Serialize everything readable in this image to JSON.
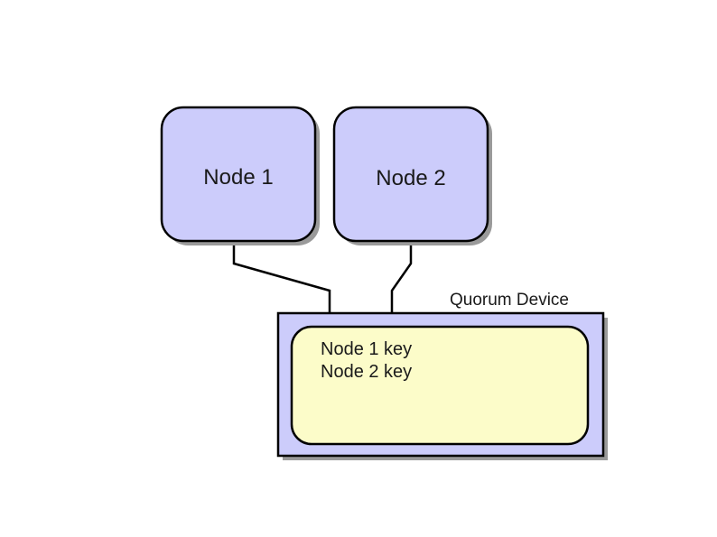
{
  "nodes": [
    {
      "label": "Node 1"
    },
    {
      "label": "Node 2"
    }
  ],
  "quorum_device": {
    "label": "Quorum Device",
    "keys": [
      "Node 1 key",
      "Node 2 key"
    ]
  }
}
